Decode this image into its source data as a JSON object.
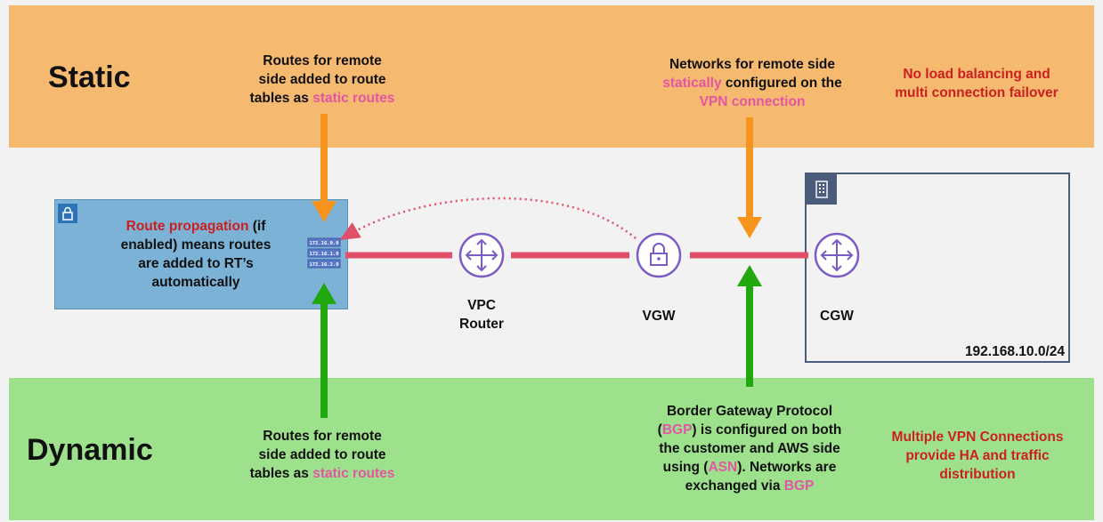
{
  "static": {
    "title": "Static",
    "left_note": [
      "Routes for remote",
      "side added to route",
      "tables as ",
      "static routes"
    ],
    "mid_note": [
      "Networks for remote side",
      "statically",
      " configured on the",
      "VPN connection"
    ],
    "right_note": [
      "No load balancing and",
      "multi connection failover"
    ]
  },
  "dynamic": {
    "title": "Dynamic",
    "left_note": [
      "Routes for remote",
      "side added to route",
      "tables as ",
      "static routes"
    ],
    "bgp_note": {
      "l1": "Border Gateway Protocol",
      "l2a": "(",
      "l2b": "BGP",
      "l2c": ") is configured on both",
      "l3": "the customer and AWS side",
      "l4a": "using (",
      "l4b": "ASN",
      "l4c": "). Networks are",
      "l5a": "exchanged via ",
      "l5b": "BGP"
    },
    "right_note": [
      "Multiple VPN Connections",
      "provide HA and traffic",
      "distribution"
    ]
  },
  "vpc": {
    "note_a": "Route propagation",
    "note_b": " (if",
    "note_c": "enabled) means routes",
    "note_d": "are added to RT’s",
    "note_e": "automatically",
    "route_rows": [
      "172.16.0.0",
      "172.16.1.0",
      "172.16.2.0"
    ]
  },
  "nodes": {
    "vpc_router": [
      "VPC",
      "Router"
    ],
    "vgw": "VGW",
    "cgw": "CGW",
    "cgw_cidr": "192.168.10.0/24"
  },
  "colors": {
    "static_band": "#f5b96f",
    "dynamic_band": "#9ee18c",
    "orange_arrow": "#f7941d",
    "green_arrow": "#22a80f",
    "link": "#e0506a",
    "node": "#7b5bc4",
    "pink": "#e455a6",
    "red": "#cc2020"
  }
}
